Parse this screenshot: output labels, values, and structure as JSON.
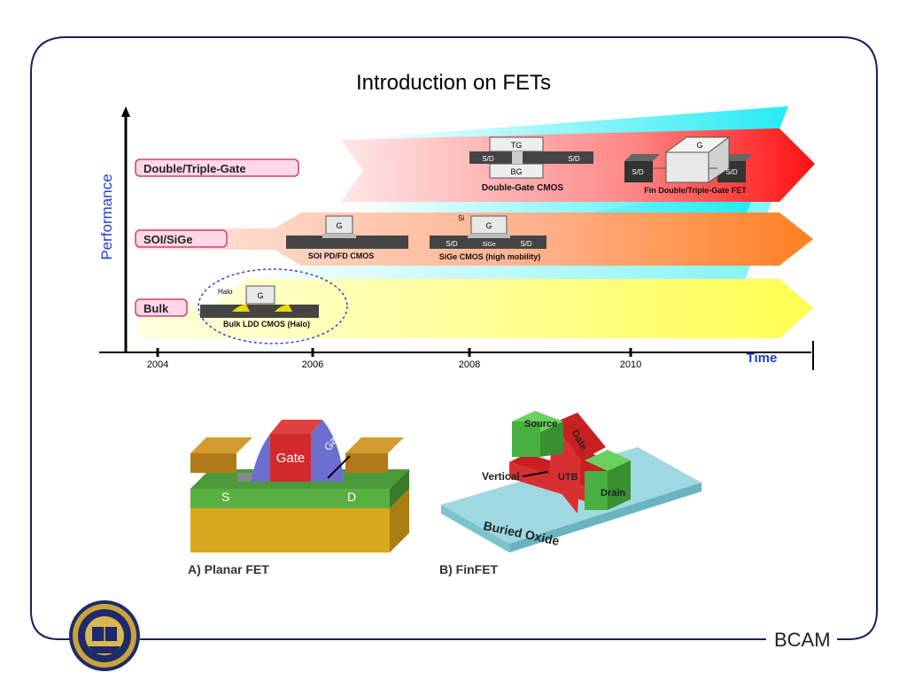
{
  "slide": {
    "title": "Introduction on FETs",
    "footer": "BCAM"
  },
  "roadmap": {
    "y_axis_label": "Performance",
    "x_axis_label": "Time",
    "years": [
      "2004",
      "2006",
      "2008",
      "2010"
    ],
    "lanes": [
      {
        "label": "Double/Triple-Gate",
        "color": "#ff2a2a"
      },
      {
        "label": "SOI/SiGe",
        "color": "#ff8a2a"
      },
      {
        "label": "Bulk",
        "color": "#ffff80"
      }
    ],
    "devices": {
      "double_gate": {
        "caption": "Double-Gate CMOS",
        "tg": "TG",
        "bg": "BG",
        "sd": "S/D"
      },
      "fin": {
        "caption": "Fin Double/Triple-Gate FET",
        "g": "G",
        "sd": "S/D"
      },
      "soi": {
        "caption": "SOI PD/FD CMOS",
        "g": "G"
      },
      "sige": {
        "caption": "SiGe CMOS (high mobility)",
        "g": "G",
        "si": "Si",
        "sige": "SiGe",
        "sd": "S/D"
      },
      "bulk": {
        "caption": "Bulk LDD CMOS (Halo)",
        "g": "G",
        "halo": "Halo"
      }
    }
  },
  "figures": {
    "planar": {
      "caption": "A) Planar FET",
      "gate": "Gate",
      "width": "Gate Width",
      "s": "S",
      "d": "D"
    },
    "finfet": {
      "caption": "B) FinFET",
      "source": "Source",
      "gate": "Gate",
      "drain": "Drain",
      "vertical": "Vertical",
      "fin": "UTB",
      "oxide": "Buried Oxide"
    }
  }
}
